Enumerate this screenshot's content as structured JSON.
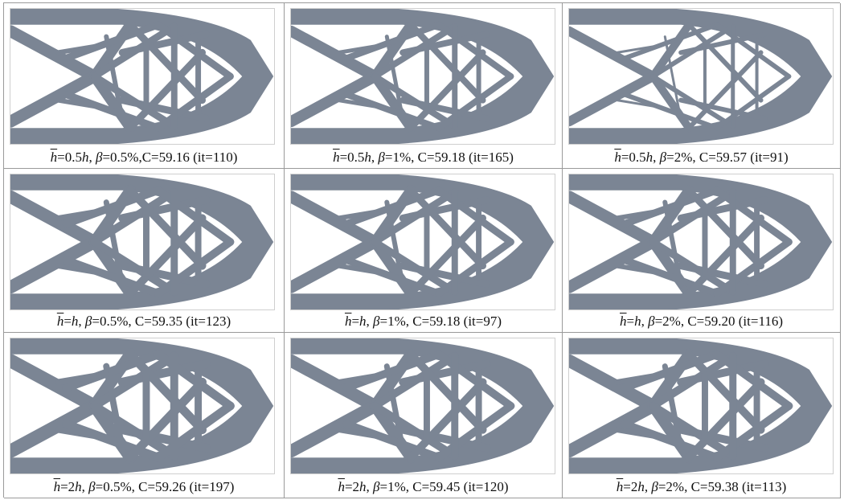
{
  "colors": {
    "structure": "#7b8594",
    "background": "#ffffff",
    "grid_line": "#9a9a9a"
  },
  "cells": [
    {
      "hbar_symbol": "h",
      "h_value": "=0.5",
      "h_unit": "h",
      "beta_symbol": "β",
      "beta_value": "=0.5%",
      "rest": ",C=59.16 (it=110)"
    },
    {
      "hbar_symbol": "h",
      "h_value": "=0.5",
      "h_unit": "h",
      "beta_symbol": "β",
      "beta_value": "=1%",
      "rest": ", C=59.18 (it=165)"
    },
    {
      "hbar_symbol": "h",
      "h_value": "=0.5",
      "h_unit": "h",
      "beta_symbol": "β",
      "beta_value": "=2%",
      "rest": ", C=59.57 (it=91)"
    },
    {
      "hbar_symbol": "h",
      "h_value": "=",
      "h_unit": "h",
      "beta_symbol": "β",
      "beta_value": "=0.5%",
      "rest": ", C=59.35 (it=123)"
    },
    {
      "hbar_symbol": "h",
      "h_value": "=",
      "h_unit": "h",
      "beta_symbol": "β",
      "beta_value": "=1%",
      "rest": ", C=59.18 (it=97)"
    },
    {
      "hbar_symbol": "h",
      "h_value": "=",
      "h_unit": "h",
      "beta_symbol": "β",
      "beta_value": "=2%",
      "rest": ", C=59.20 (it=116)"
    },
    {
      "hbar_symbol": "h",
      "h_value": "=2",
      "h_unit": "h",
      "beta_symbol": "β",
      "beta_value": "=0.5%",
      "rest": ", C=59.26 (it=197)"
    },
    {
      "hbar_symbol": "h",
      "h_value": "=2",
      "h_unit": "h",
      "beta_symbol": "β",
      "beta_value": "=1%",
      "rest": ", C=59.45 (it=120)"
    },
    {
      "hbar_symbol": "h",
      "h_value": "=2",
      "h_unit": "h",
      "beta_symbol": "β",
      "beta_value": "=2%",
      "rest": ", C=59.38 (it=113)"
    }
  ]
}
